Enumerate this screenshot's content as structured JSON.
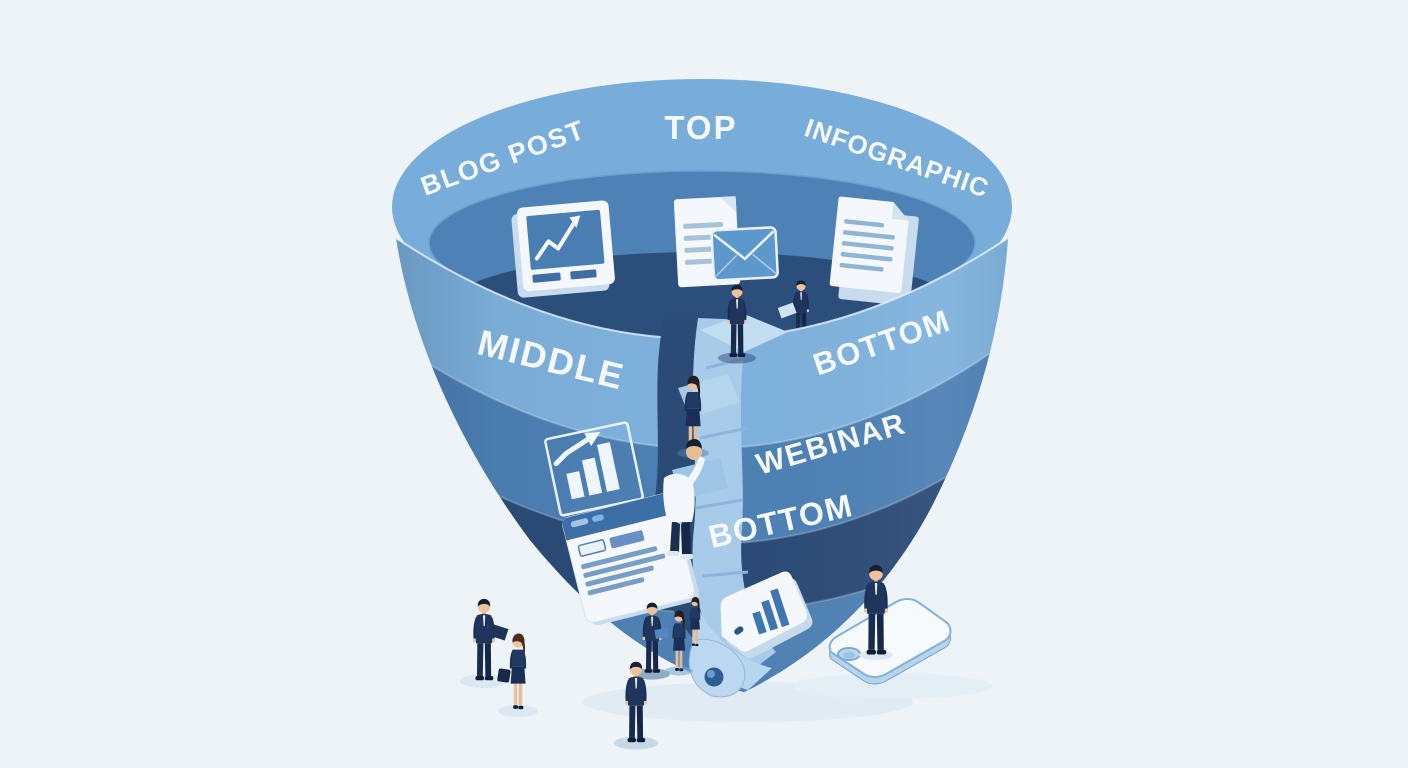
{
  "scene": {
    "description": "Isometric 3D content-marketing funnel illustration with business people walking a winding path down the funnel",
    "background": "#eef3f8"
  },
  "labels": {
    "blog_post": "BLOG POST",
    "top": "TOP",
    "infographic": "INFOGRAPHIC",
    "middle": "MIDDLE",
    "bottom_upper": "BOTTOM",
    "webinar": "WEBINAR",
    "bottom_lower": "BOTTOM"
  },
  "colors": {
    "rim": "#79add9",
    "inner_wall": "#4e81b5",
    "inner_floor": "#2c4e7b",
    "band_top": "#7fb2dd",
    "band_mid": "#4d80b4",
    "band_dark": "#2b4a75",
    "band_lower": "#4f81b4",
    "path": "#a8cbe9",
    "path_light": "#c3ddf2",
    "label": "#f5f9fd",
    "suit": "#20355c",
    "skin": "#edc29c",
    "icon_white": "#f4f8fc",
    "icon_blue": "#3f76ae",
    "platform": "#f7fafc",
    "platform_edge": "#6f9fce",
    "shadow": "#dce8f1"
  },
  "icons": [
    {
      "name": "presentation-growth-chart-icon",
      "depicts": "screen with rising line-chart arrow"
    },
    {
      "name": "document-email-icon",
      "depicts": "text document with envelope"
    },
    {
      "name": "infographic-document-icon",
      "depicts": "stacked pages with folded corner and text lines"
    },
    {
      "name": "bar-chart-growth-icon",
      "depicts": "outlined bar chart with upward arrow"
    },
    {
      "name": "webpage-icon",
      "depicts": "browser window with header bar and text lines"
    },
    {
      "name": "price-tag-chart-icon",
      "depicts": "price tag with rising bar chart"
    },
    {
      "name": "tag-platform",
      "depicts": "large flat price-tag shaped platform"
    }
  ],
  "figures": [
    "businessman-inside-funnel-top",
    "businessman-inside-funnel-reading-document",
    "businesswoman-walking-funnel-path",
    "man-white-shirt-climbing-down",
    "businessman-on-slope-with-folder",
    "businesswoman-on-path-bottom",
    "businesswoman-behind-path-bottom",
    "businessman-at-funnel-tip",
    "businessman-with-laptop-ground-left",
    "businesswoman-with-bag-ground-left",
    "businessman-standing-on-tag-platform"
  ]
}
